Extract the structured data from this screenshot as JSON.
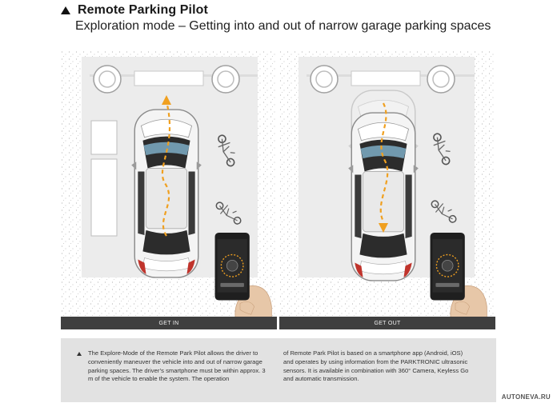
{
  "header": {
    "title": "Remote Parking Pilot",
    "subtitle": "Exploration mode – Getting into and out of narrow garage parking spaces"
  },
  "panels": [
    {
      "label": "GET IN"
    },
    {
      "label": "GET OUT"
    }
  ],
  "description": {
    "column1": "The Explore-Mode of the Remote Park Pilot allows the driver to conveniently maneuver the vehicle into and out of narrow garage parking spaces. The driver’s smartphone must be within approx. 3 m of the vehicle to enable the system. The operation",
    "column2": "of Remote Park Pilot is based on a smartphone app (Android, iOS) and operates by using information from the PARKTRONIC ultrasonic sensors. It is available in combination with 360° Camera, Keyless Go and automatic transmission."
  },
  "watermark": "AUTONEVA.RU",
  "colors": {
    "path_arrow": "#f0a020",
    "garage_floor": "#ececec",
    "speckle": "#b5b5b5",
    "label_bar": "#3f3f3f",
    "taillight": "#c0342c"
  }
}
